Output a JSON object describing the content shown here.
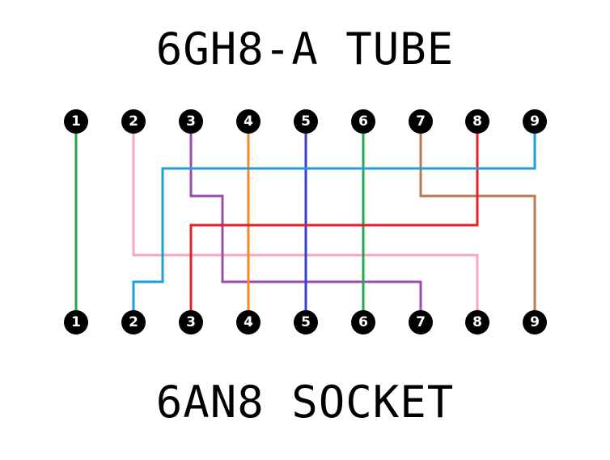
{
  "top_title": "6GH8-A TUBE",
  "bottom_title": "6AN8 SOCKET",
  "top_pins": [
    "1",
    "2",
    "3",
    "4",
    "5",
    "6",
    "7",
    "8",
    "9"
  ],
  "bottom_pins": [
    "1",
    "2",
    "3",
    "4",
    "5",
    "6",
    "7",
    "8",
    "9"
  ],
  "wire_colors": {
    "pin1": "#22a84a",
    "pin2": "#f4a6c8",
    "pin3": "#9b4bb0",
    "pin4": "#f5882a",
    "pin5": "#3a3fc0",
    "pin6": "#22a84a",
    "pin7": "#b87a50",
    "pin8": "#e0202a",
    "pin9": "#1e9ee0"
  }
}
